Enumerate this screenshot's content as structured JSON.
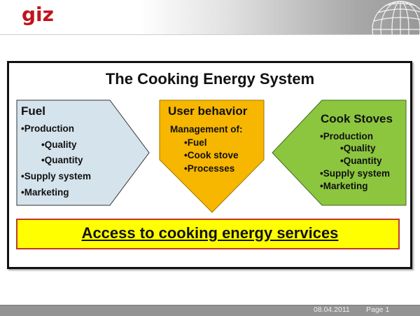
{
  "header": {
    "logo_text": "giz",
    "logo_color": "#c0141e"
  },
  "slide": {
    "title": "The Cooking Energy System",
    "fuel": {
      "heading": "Fuel",
      "color": "#d4e3ec",
      "items": [
        "•Production",
        "•Quality",
        "•Quantity",
        "•Supply system",
        "•Marketing"
      ]
    },
    "user_behavior": {
      "heading": "User behavior",
      "subheading": "Management of:",
      "color": "#f7b600",
      "items": [
        "•Fuel",
        "•Cook stove",
        "•Processes"
      ]
    },
    "cook_stoves": {
      "heading": "Cook Stoves",
      "color": "#8cc63f",
      "items": [
        "•Production",
        "•Quality",
        "•Quantity",
        "•Supply system",
        "•Marketing"
      ]
    },
    "access": {
      "text": "Access to cooking energy services",
      "color": "#ffff00",
      "border_color": "#c0392b"
    }
  },
  "footer": {
    "date": "08.04.2011",
    "page": "Page 1"
  }
}
